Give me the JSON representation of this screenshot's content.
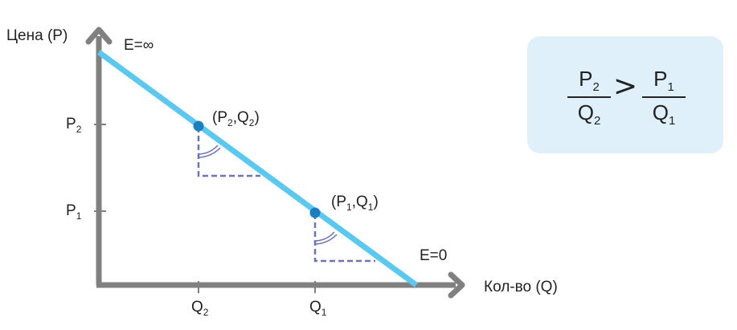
{
  "axes": {
    "y_label": "Цена (P)",
    "x_label": "Кол-во (Q)"
  },
  "ticks": {
    "p2": {
      "main": "P",
      "sub": "2"
    },
    "p1": {
      "main": "P",
      "sub": "1"
    },
    "q2": {
      "main": "Q",
      "sub": "2"
    },
    "q1": {
      "main": "Q",
      "sub": "1"
    }
  },
  "elasticity": {
    "top": "E=∞",
    "bottom": "E=0"
  },
  "points": {
    "upper": {
      "p": "P",
      "p_sub": "2",
      "comma": ",",
      "q": "Q",
      "q_sub": "2",
      "open": "(",
      "close": ")"
    },
    "lower": {
      "p": "P",
      "p_sub": "1",
      "comma": ",",
      "q": "Q",
      "q_sub": "1",
      "open": "(",
      "close": ")"
    }
  },
  "formula": {
    "left_num": "P",
    "left_num_sub": "2",
    "left_den": "Q",
    "left_den_sub": "2",
    "operator": ">",
    "right_num": "P",
    "right_num_sub": "1",
    "right_den": "Q",
    "right_den_sub": "1"
  },
  "colors": {
    "axis": "#808080",
    "demand_line": "#5bc8f0",
    "point": "#1a7fc1",
    "dashed": "#6d73b5",
    "formula_bg": "#dff0fa"
  }
}
